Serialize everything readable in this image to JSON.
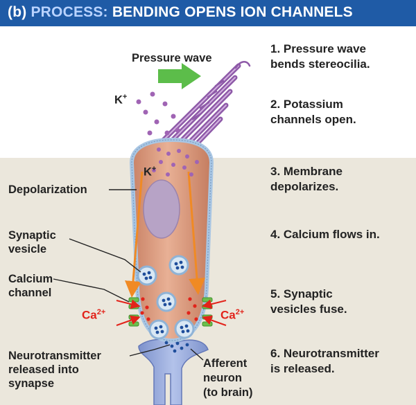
{
  "title": {
    "tag": "(b)",
    "process": "PROCESS:",
    "rest": "BENDING OPENS ION CHANNELS"
  },
  "labels": {
    "pressure_wave": "Pressure wave",
    "k_top": "K",
    "k_inner": "K",
    "k_sup": "+",
    "depolarization": "Depolarization",
    "synaptic_vesicle_1": "Synaptic",
    "synaptic_vesicle_2": "vesicle",
    "calcium_channel_1": "Calcium",
    "calcium_channel_2": "channel",
    "ca_left": "Ca",
    "ca_right": "Ca",
    "ca_sup": "2+",
    "neurotransmitter_1": "Neurotransmitter",
    "neurotransmitter_2": "released into",
    "neurotransmitter_3": "synapse",
    "afferent_1": "Afferent",
    "afferent_2": "neuron",
    "afferent_3": "(to brain)"
  },
  "steps": [
    {
      "line1": "1. Pressure wave",
      "line2": "bends stereocilia."
    },
    {
      "line1": "2. Potassium",
      "line2": "channels open."
    },
    {
      "line1": "3. Membrane",
      "line2": "depolarizes."
    },
    {
      "line1": "4. Calcium flows in.",
      "line2": ""
    },
    {
      "line1": "5. Synaptic",
      "line2": "vesicles fuse."
    },
    {
      "line1": "6. Neurotransmitter",
      "line2": "is released."
    }
  ],
  "colors": {
    "title_bg": "#1f5ba6",
    "cell_body": "#d99a7c",
    "membrane": "#a9c6e3",
    "nucleus": "#b7a3c6",
    "stereocilia": "#8e5aa8",
    "potassium_ion": "#a064b4",
    "calcium_ion": "#e2231a",
    "arrow_green": "#5cbd4a",
    "arrow_orange": "#f08a24",
    "vesicle": "#b5d0e6",
    "neurotransmitter": "#1f4e9b",
    "neuron": "#8fa3d6"
  }
}
